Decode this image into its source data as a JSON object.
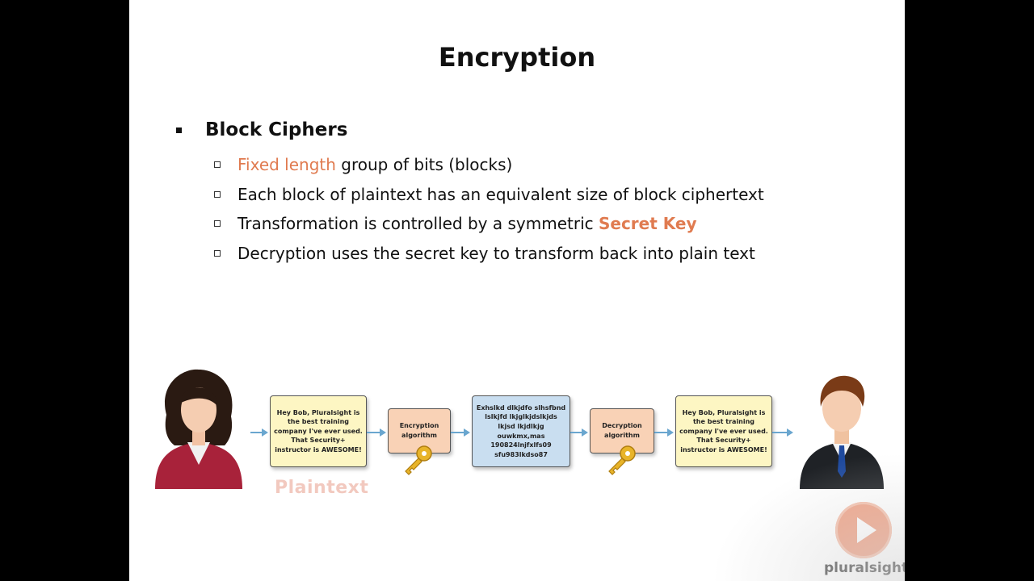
{
  "slide": {
    "title": "Encryption",
    "bullet": "Block Ciphers",
    "items": [
      {
        "highlight": "Fixed length",
        "rest": " group of bits (blocks)"
      },
      {
        "text": "Each block of plaintext has an equivalent size of block ciphertext"
      },
      {
        "text": "Transformation is controlled by a symmetric ",
        "highlight": "Secret Key"
      },
      {
        "text": "Decryption uses the secret key to transform back into plain text"
      }
    ]
  },
  "diagram": {
    "plaintext_message": "Hey Bob, Pluralsight is the best training company I've ever used.  That Security+ instructor is AWESOME!",
    "encryption_label": "Encryption algorithm",
    "ciphertext": "Exhslkd dlkjdfo slhsfbnd lslkjfd lkjglkjdslkjds lkjsd lkjdlkjg ouwkmx,mas 190824lnjfxlfs09 sfu983lkdso87",
    "decryption_label": "Decryption algorithm",
    "decrypted_message": "Hey Bob, Pluralsight is the best training company I've ever used.  That Security+ instructor is AWESOME!",
    "plaintext_label": "Plaintext",
    "colors": {
      "message": "#fdf6c3",
      "algorithm": "#f9d2b6",
      "cipher": "#c9def0",
      "arrow": "#6aa6cf",
      "accent": "#e07b50"
    }
  },
  "brand": {
    "name": "pluralsight"
  }
}
